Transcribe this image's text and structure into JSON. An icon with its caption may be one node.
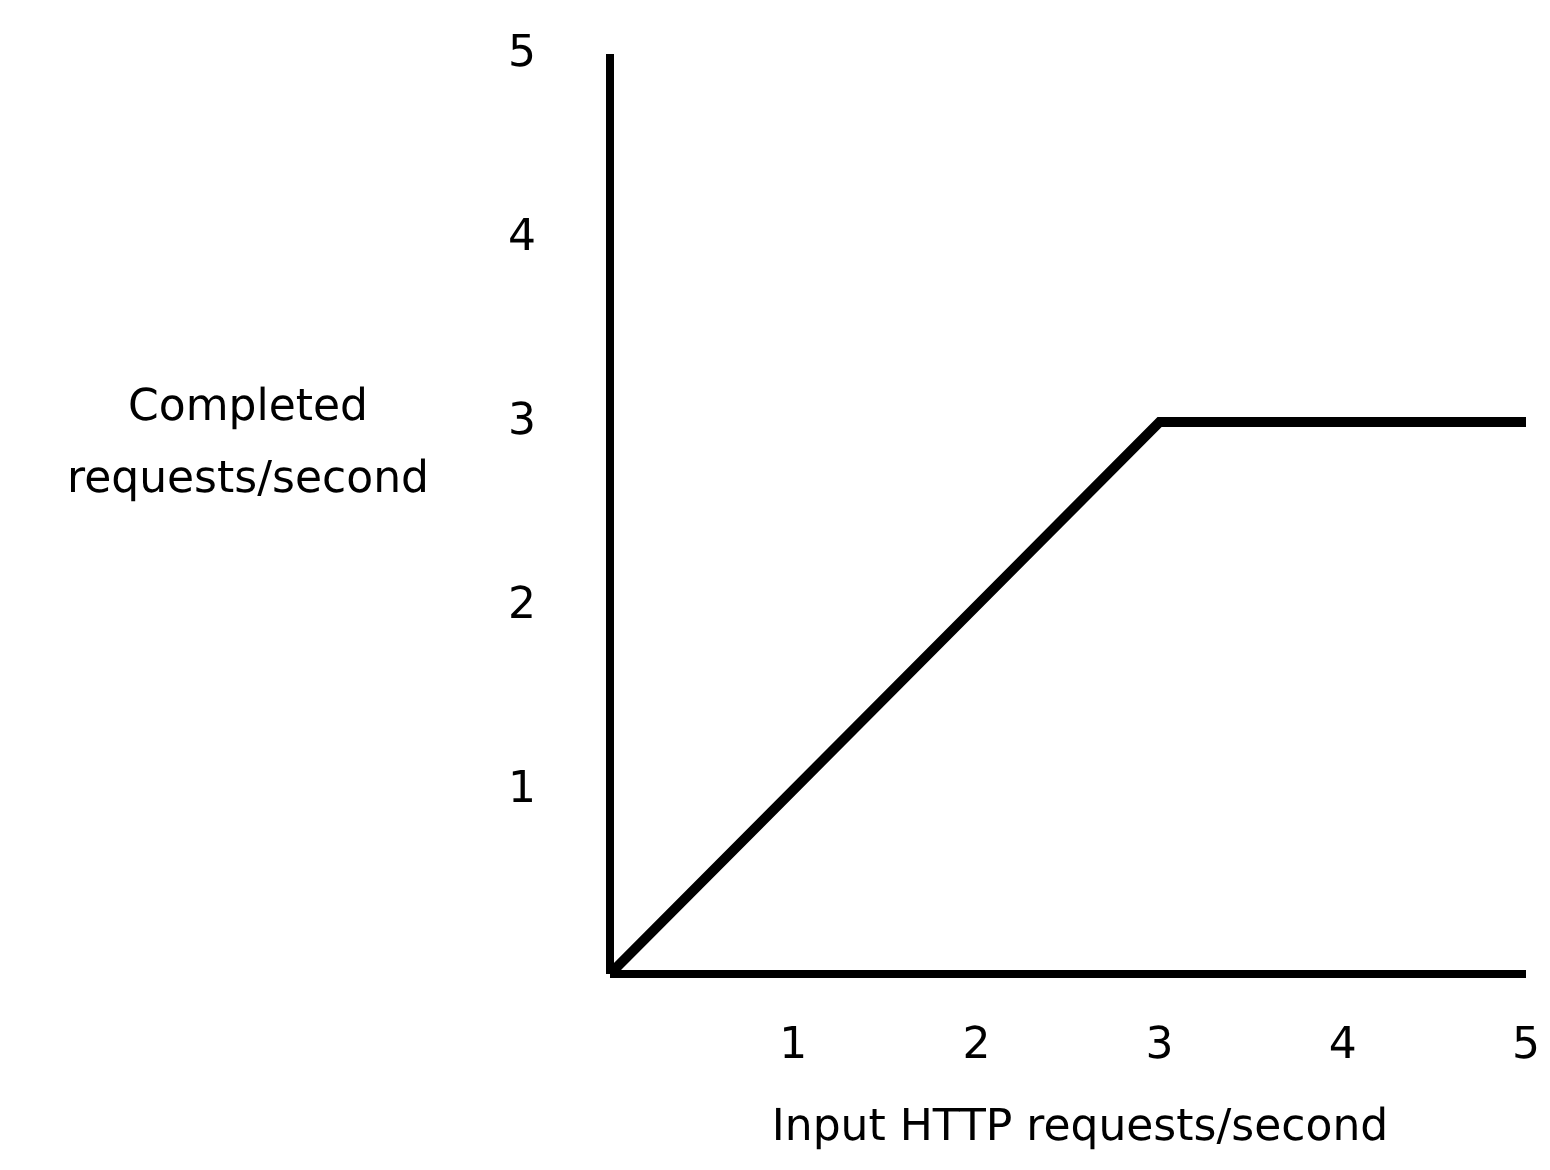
{
  "diagram": {
    "chart_data": {
      "type": "line",
      "xlabel": "Input HTTP requests/second",
      "ylabel": "Completed requests/second",
      "x": [
        0,
        3,
        5
      ],
      "series": [
        {
          "color": "#000000",
          "values": [
            0,
            3,
            3
          ]
        }
      ],
      "xlim": [
        0,
        5
      ],
      "ylim": [
        0,
        5
      ],
      "xticks": [
        1,
        2,
        3,
        4,
        5
      ],
      "yticks": [
        1,
        2,
        3,
        4,
        5
      ]
    }
  }
}
